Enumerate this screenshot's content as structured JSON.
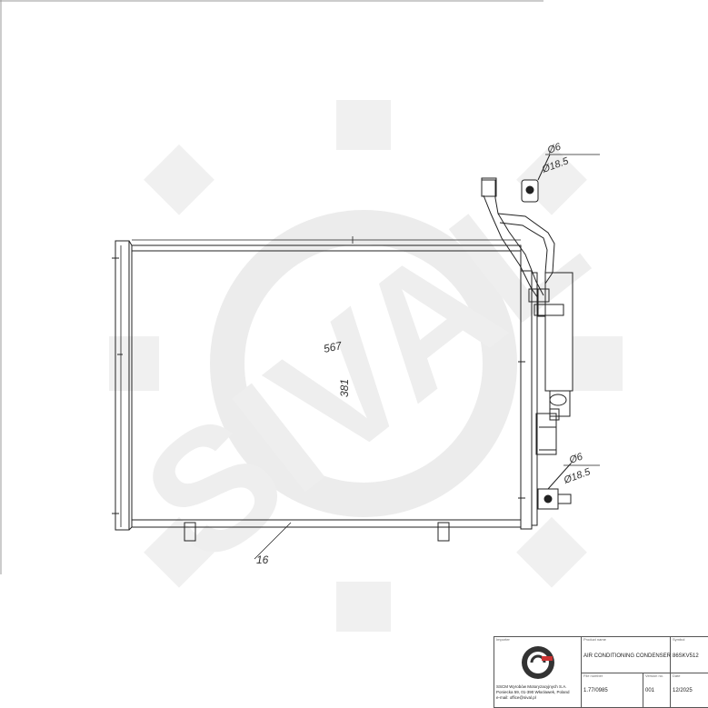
{
  "drawing": {
    "dimensions": {
      "width": "567",
      "height": "381",
      "depth": "16",
      "inlet_pipe_inner": "Ø6",
      "inlet_pipe_outer": "Ø18.5",
      "outlet_pipe_inner": "Ø6",
      "outlet_pipe_outer": "Ø18.5"
    },
    "watermark_text": "SIVAL",
    "colors": {
      "line": "#222222",
      "watermark": "#e6e6e6",
      "background": "#ffffff"
    }
  },
  "title_block": {
    "importer_caption": "Importer",
    "importer_text_line1": "SSCM Wyrobów Motoryzacyjnych S.A.",
    "importer_text_line2": "Poniecka 59, 01-390 Włocławek, Poland",
    "importer_text_line3": "e-mail: office@sival.pl",
    "product_name_caption": "Product name",
    "product_name": "AIR CONDITIONING CONDENSER",
    "symbol_caption": "Symbol",
    "symbol": "86SKV512",
    "file_number_caption": "File number",
    "file_number": "1.77/0985",
    "version_caption": "Version no.",
    "version": "001",
    "date_caption": "Date",
    "date": "12/2025",
    "logo_icon": "company-seal-icon"
  }
}
